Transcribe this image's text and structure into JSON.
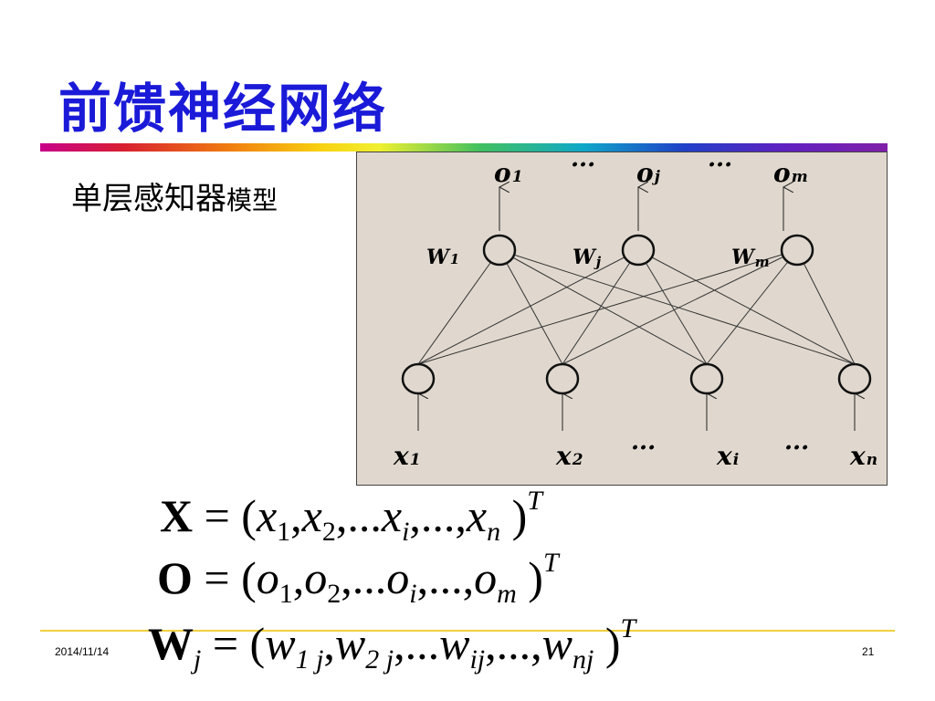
{
  "slide": {
    "title": "前馈神经网络",
    "subtitle_main": "单层感知器",
    "subtitle_small": "模型",
    "date": "2014/11/14",
    "page_number": "21"
  },
  "diagram": {
    "outputs": [
      "o",
      "o",
      "o"
    ],
    "output_subs": [
      "1",
      "j",
      "m"
    ],
    "weights": [
      "W",
      "W",
      "W"
    ],
    "weight_subs": [
      "1",
      "j",
      "m"
    ],
    "inputs": [
      "x",
      "x",
      "x",
      "x"
    ],
    "input_subs": [
      "1",
      "2",
      "i",
      "n"
    ],
    "ellipsis": "···"
  },
  "equations": {
    "x": {
      "lhs": "X",
      "eq": " = (",
      "t1": "x",
      "s1": "1",
      "c1": ",",
      "t2": "x",
      "s2": "2",
      "c2": ",...",
      "t3": "x",
      "s3": "i",
      "c3": ",...,",
      "t4": "x",
      "s4": "n",
      "close": " )",
      "sup": "T"
    },
    "o": {
      "lhs": "O",
      "eq": " = (",
      "t1": "o",
      "s1": "1",
      "c1": ",",
      "t2": "o",
      "s2": "2",
      "c2": ",...",
      "t3": "o",
      "s3": "i",
      "c3": ",...,",
      "t4": "o",
      "s4": "m",
      "close": " )",
      "sup": "T"
    },
    "w": {
      "lhs": "W",
      "lhs_sub": "j",
      "eq": " = (",
      "t1": "w",
      "s1": "1 j",
      "c1": ",",
      "t2": "w",
      "s2": "2 j",
      "c2": ",...",
      "t3": "w",
      "s3": "ij",
      "c3": ",...,",
      "t4": "w",
      "s4": "nj",
      "close": " )",
      "sup": "T"
    }
  }
}
